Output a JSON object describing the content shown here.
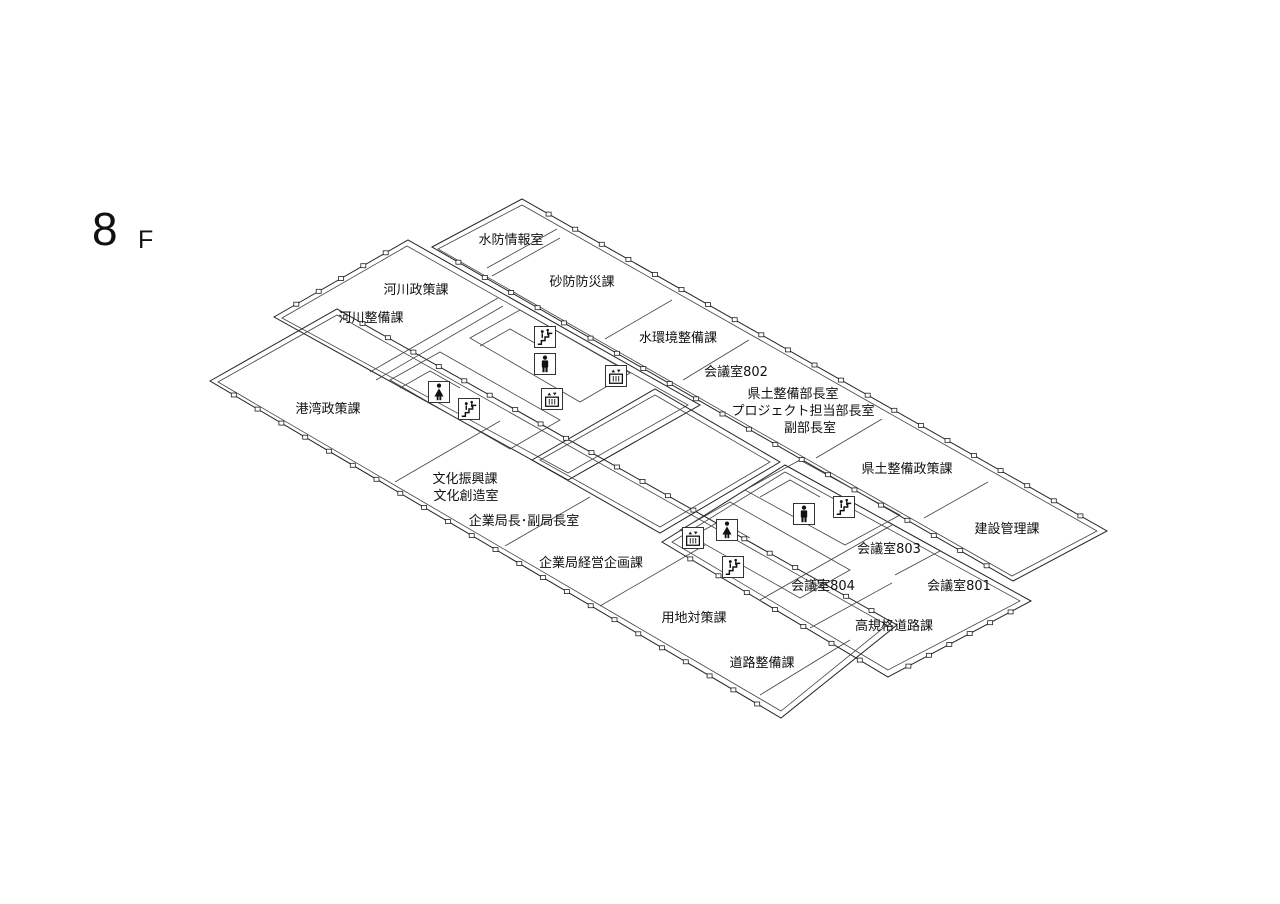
{
  "floor": {
    "number": "8",
    "unit": "F"
  },
  "rooms": {
    "suibo_joho": "水防情報室",
    "sabo_bosai": "砂防防災課",
    "kasen_seisaku": "河川政策課",
    "kasen_seibi": "河川整備課",
    "mizu_kankyo": "水環境整備課",
    "kaigi_802": "会議室802",
    "buchou_shitsu": "県土整備部長室",
    "project_buchou": "プロジェクト担当部長室",
    "fuku_buchou": "副部長室",
    "kowan_seisaku": "港湾政策課",
    "kendo_seisaku": "県土整備政策課",
    "kensetsu_kanri": "建設管理課",
    "bunka_shinko": "文化振興課",
    "bunka_sozo": "文化創造室",
    "kigyo_kyokucho": "企業局長･副局長室",
    "kigyo_keiei": "企業局経営企画課",
    "kaigi_803": "会議室803",
    "kaigi_804": "会議室804",
    "kaigi_801": "会議室801",
    "yochi_taisaku": "用地対策課",
    "koukikaku_doro": "高規格道路課",
    "doro_seibi": "道路整備課"
  },
  "icons": {
    "stairs": "stairs-icon",
    "toilet_male": "male-toilet-icon",
    "toilet_female": "female-toilet-icon",
    "elevator": "elevator-icon"
  }
}
